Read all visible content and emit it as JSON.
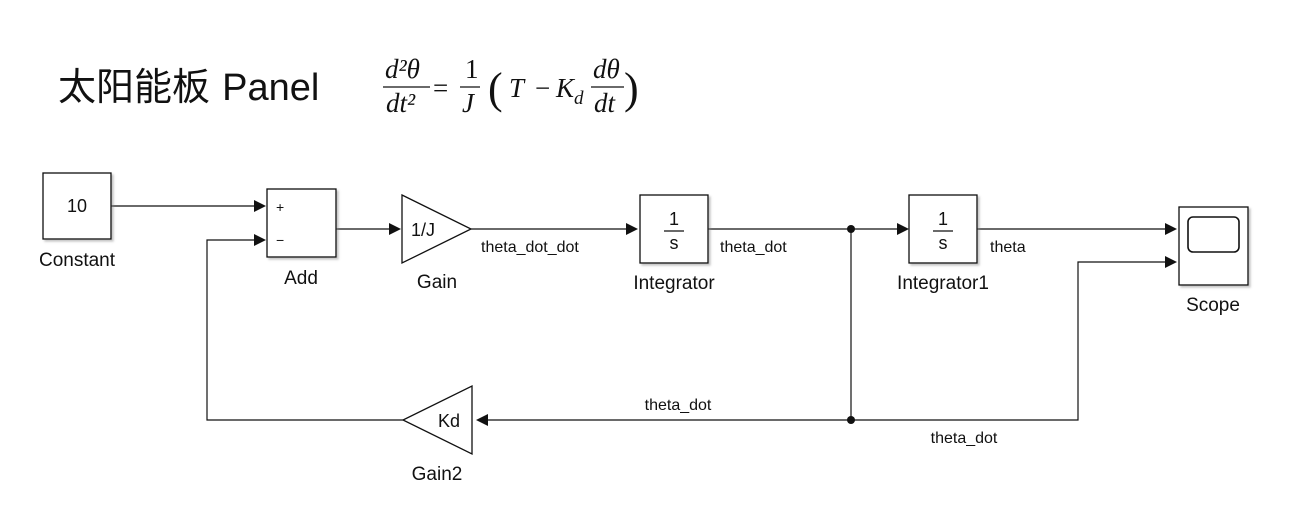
{
  "title": {
    "cn": "太阳能板",
    "en": "Panel"
  },
  "equation": {
    "lhs_num": "d²θ",
    "lhs_den": "dt²",
    "eq": "=",
    "frac_num": "1",
    "frac_den": "J",
    "open_paren": "(",
    "T": "T",
    "minus": "−",
    "K": "K",
    "K_sub": "d",
    "deriv_num": "dθ",
    "deriv_den": "dt",
    "close_paren": ")"
  },
  "blocks": {
    "constant": {
      "label": "Constant",
      "value": "10"
    },
    "add": {
      "label": "Add",
      "port1_sign": "+",
      "port2_sign": "−"
    },
    "gain": {
      "label": "Gain",
      "value": "1/J"
    },
    "integrator": {
      "label": "Integrator",
      "num": "1",
      "den": "s"
    },
    "integrator1": {
      "label": "Integrator1",
      "num": "1",
      "den": "s"
    },
    "scope": {
      "label": "Scope"
    },
    "gain2": {
      "label": "Gain2",
      "value": "Kd"
    }
  },
  "signals": {
    "gain_out": "theta_dot_dot",
    "integrator_out": "theta_dot",
    "integrator1_out": "theta",
    "feedback_to_gain2": "theta_dot",
    "feedback_to_scope": "theta_dot"
  }
}
